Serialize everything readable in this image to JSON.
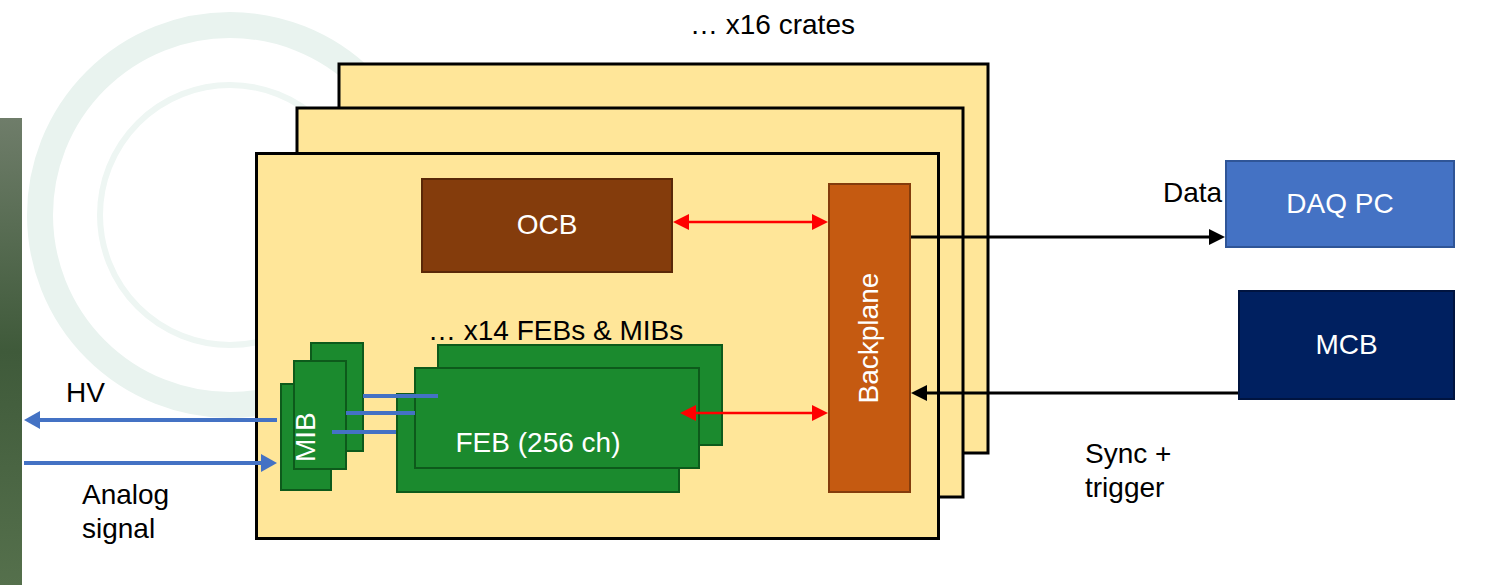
{
  "diagram": {
    "nodes": [
      {
        "text": [
          "… x14 FEBs & MIBs"
        ]
      },
      {
        "text": [
          "OCB"
        ],
        "in": 0
      },
      {
        "text": [
          "Backplane"
        ],
        "in": 0
      },
      {
        "text": [
          "MIB"
        ],
        "in": 0
      },
      {
        "text": [
          "FEB (256 ch)"
        ],
        "in": 0
      },
      {
        "text": [
          "DAQ PC"
        ]
      },
      {
        "text": [
          "MCB"
        ]
      }
    ],
    "edges": [
      {
        "from": 1,
        "to": 2,
        "arrow": "both"
      },
      {
        "from": 4,
        "to": 2,
        "arrow": "both"
      },
      {
        "from": 3,
        "to": 4,
        "arrow": "none"
      },
      {
        "from": 2,
        "to": 5,
        "label": "Data",
        "arrow": "to"
      },
      {
        "from": 6,
        "to": 2,
        "label": "Sync + trigger",
        "arrow": "to"
      }
    ],
    "labels": [
      "… x16 crates",
      "HV",
      "Analog signal"
    ]
  }
}
